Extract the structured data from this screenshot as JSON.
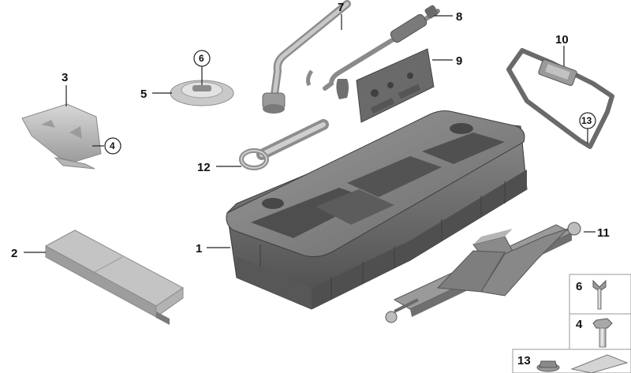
{
  "colors": {
    "part_dark": "#5a5a5a",
    "part_mid": "#7f7f7f",
    "part_light": "#a9a9a9",
    "part_highlight": "#cfcfcf",
    "line": "#222222",
    "legend_border": "#9a9a9a"
  },
  "callouts": {
    "c1": "1",
    "c2": "2",
    "c3": "3",
    "c4": "4",
    "c5": "5",
    "c6": "6",
    "c7": "7",
    "c8": "8",
    "c9": "9",
    "c10": "10",
    "c11": "11",
    "c12": "12",
    "c13": "13"
  },
  "legend": {
    "row1": "6",
    "row2": "4",
    "row3": "13"
  },
  "parts": [
    {
      "ref": "1",
      "icon": "spare-tool-tray-icon"
    },
    {
      "ref": "2",
      "icon": "foam-pad-icon"
    },
    {
      "ref": "3",
      "icon": "holder-bracket-icon"
    },
    {
      "ref": "4",
      "icon": "hex-bolt-icon"
    },
    {
      "ref": "5",
      "icon": "clamping-washer-icon"
    },
    {
      "ref": "6",
      "icon": "wing-screw-icon"
    },
    {
      "ref": "7",
      "icon": "wheel-wrench-icon"
    },
    {
      "ref": "8",
      "icon": "screwdriver-icon"
    },
    {
      "ref": "9",
      "icon": "tool-plate-icon"
    },
    {
      "ref": "10",
      "icon": "tension-strap-icon"
    },
    {
      "ref": "11",
      "icon": "scissor-jack-icon"
    },
    {
      "ref": "12",
      "icon": "towing-eye-icon"
    },
    {
      "ref": "13",
      "icon": "flange-nut-icon"
    }
  ]
}
